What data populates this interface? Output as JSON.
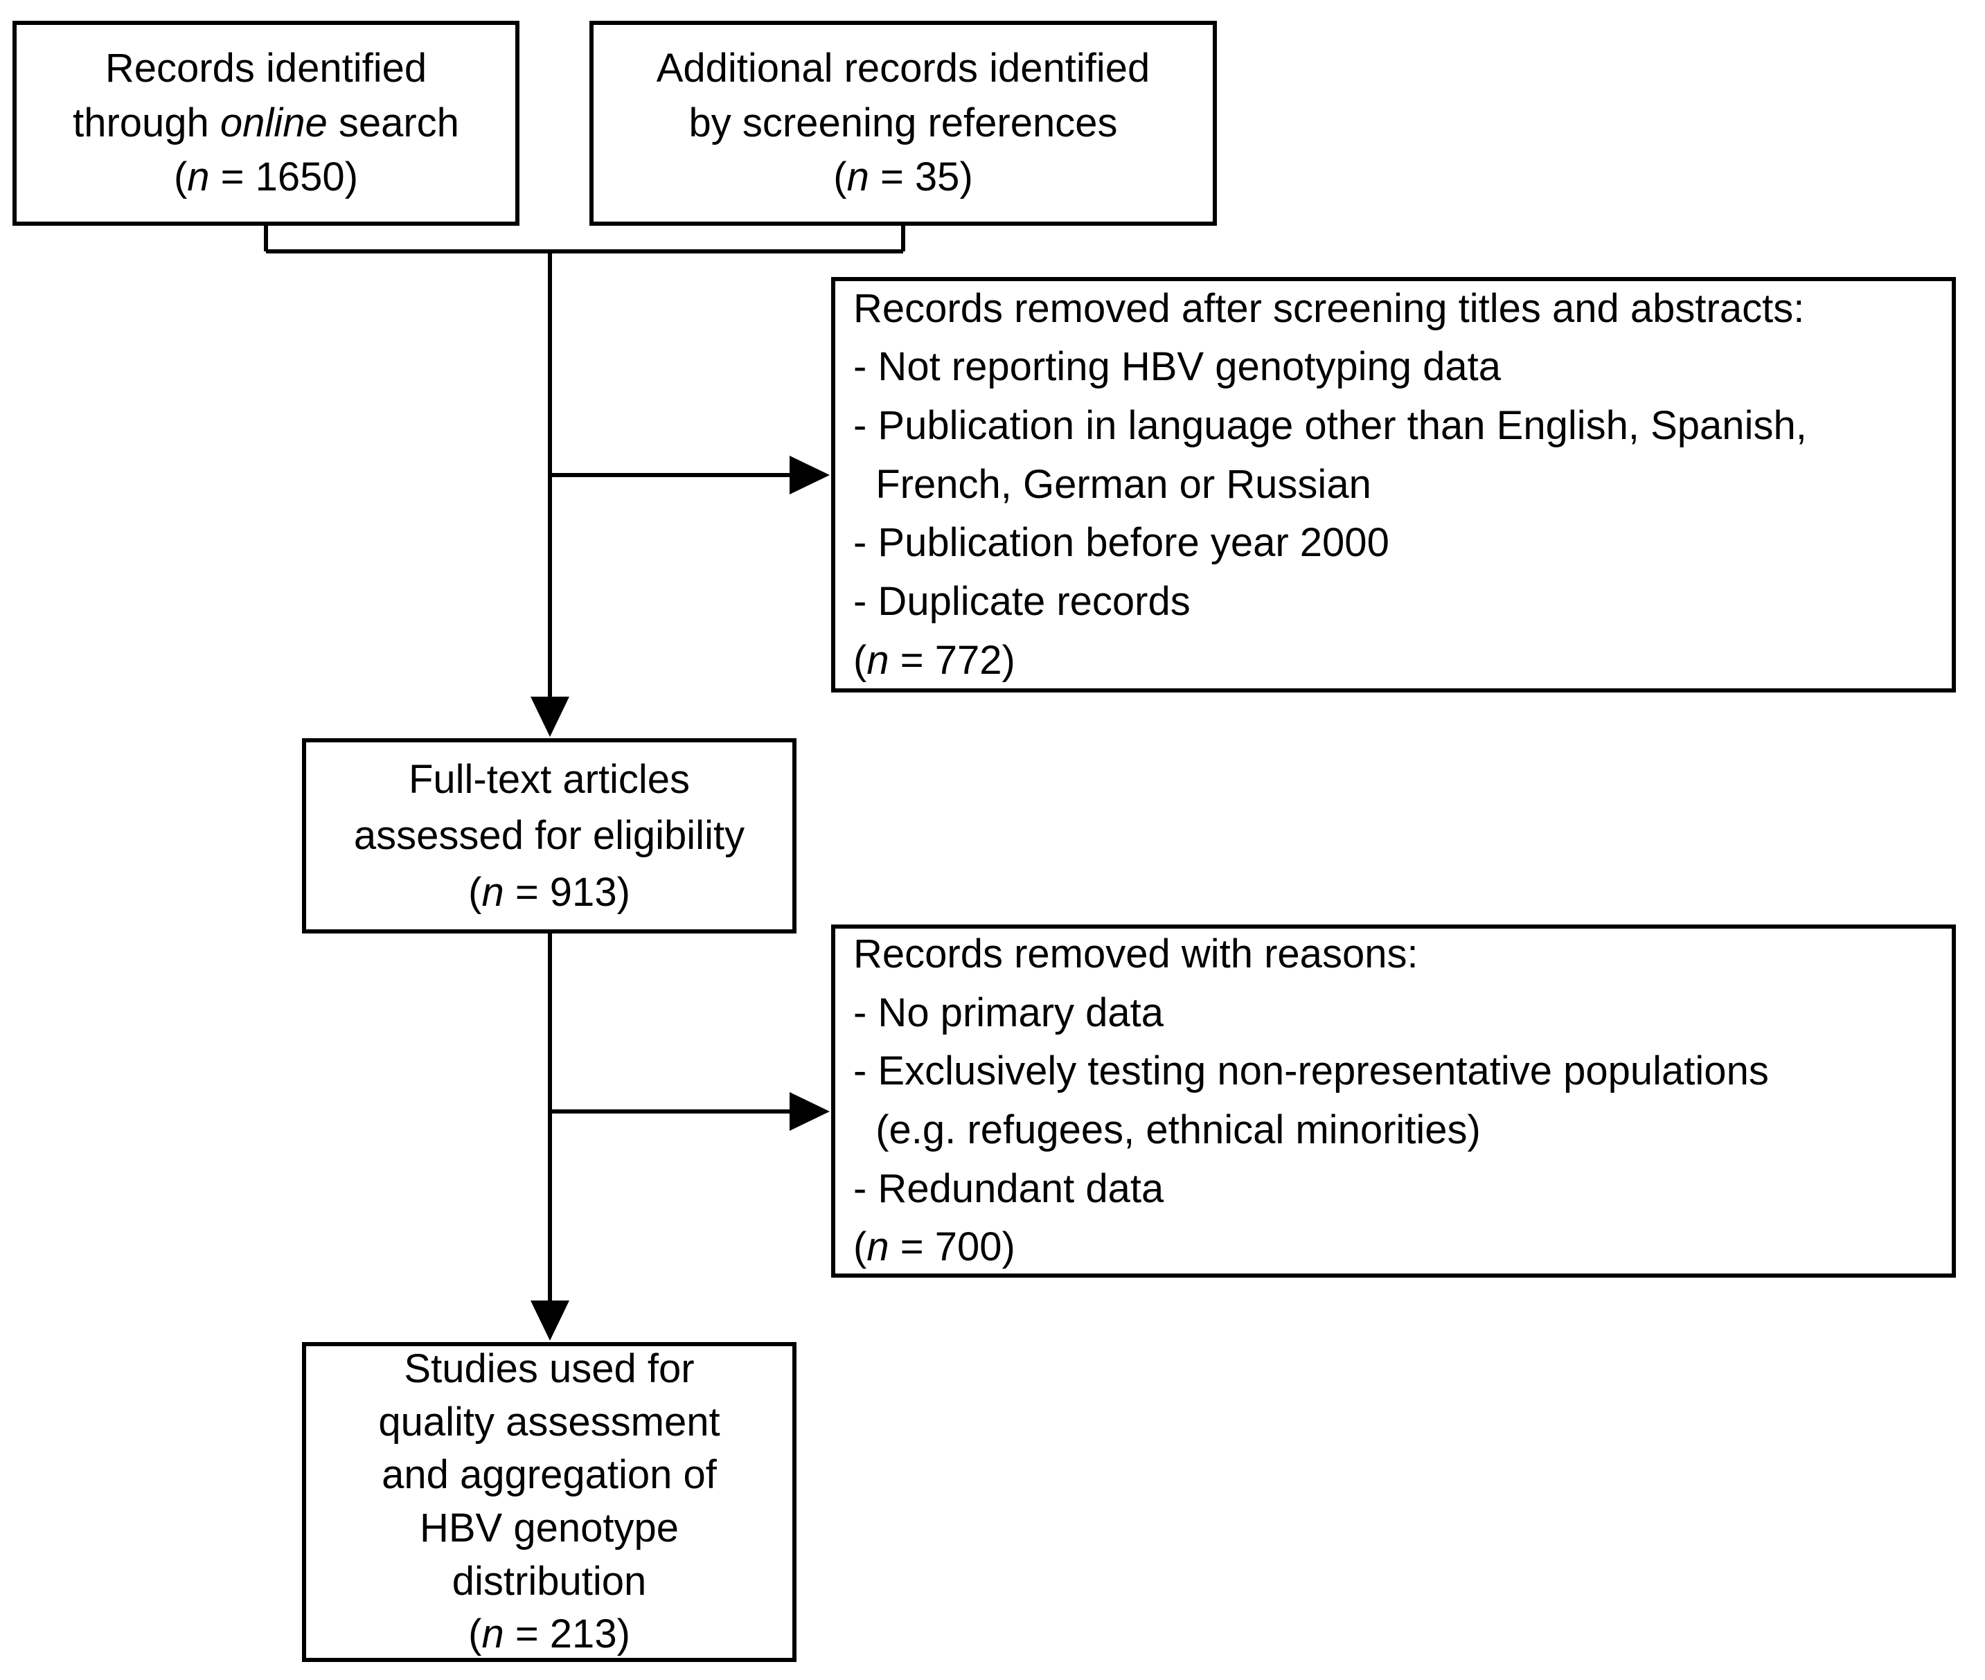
{
  "figure": {
    "kind": "study-selection-flowchart",
    "colors": {
      "ink": "#000000",
      "paper": "#ffffff"
    },
    "counts": {
      "records_online": 1650,
      "additional_records": 35,
      "removed_after_screening": 772,
      "fulltext_assessed": 913,
      "removed_with_reasons": 700,
      "studies_used": 213
    }
  },
  "boxes": {
    "records_online": {
      "lines": [
        [
          {
            "t": "Records identified"
          }
        ],
        [
          {
            "t": "through "
          },
          {
            "t": "online",
            "i": true
          },
          {
            "t": " search"
          }
        ],
        [
          {
            "t": "("
          },
          {
            "t": "n",
            "i": true
          },
          {
            "t": " = 1650)"
          }
        ]
      ]
    },
    "additional_records": {
      "lines": [
        [
          {
            "t": "Additional records identified"
          }
        ],
        [
          {
            "t": "by screening references"
          }
        ],
        [
          {
            "t": "("
          },
          {
            "t": "n",
            "i": true
          },
          {
            "t": " = 35)"
          }
        ]
      ]
    },
    "removed_screening": {
      "lines": [
        [
          {
            "t": "Records removed after screening titles and abstracts:"
          }
        ],
        [
          {
            "t": "- Not reporting HBV genotyping data"
          }
        ],
        [
          {
            "t": "- Publication in language other than English, Spanish,"
          }
        ],
        [
          {
            "t": "  French, German or Russian"
          }
        ],
        [
          {
            "t": "- Publication before year 2000"
          }
        ],
        [
          {
            "t": "- Duplicate records"
          }
        ],
        [
          {
            "t": "("
          },
          {
            "t": "n",
            "i": true
          },
          {
            "t": " = 772)"
          }
        ]
      ]
    },
    "fulltext": {
      "lines": [
        [
          {
            "t": "Full-text articles"
          }
        ],
        [
          {
            "t": "assessed for eligibility"
          }
        ],
        [
          {
            "t": "("
          },
          {
            "t": "n",
            "i": true
          },
          {
            "t": " = 913)"
          }
        ]
      ]
    },
    "removed_reasons": {
      "lines": [
        [
          {
            "t": "Records removed with reasons:"
          }
        ],
        [
          {
            "t": "- No primary data"
          }
        ],
        [
          {
            "t": "- Exclusively testing non-representative populations"
          }
        ],
        [
          {
            "t": "  (e.g. refugees, ethnical minorities)"
          }
        ],
        [
          {
            "t": "- Redundant data"
          }
        ],
        [
          {
            "t": "("
          },
          {
            "t": "n",
            "i": true
          },
          {
            "t": " = 700)"
          }
        ]
      ]
    },
    "studies_used": {
      "lines": [
        [
          {
            "t": "Studies used for"
          }
        ],
        [
          {
            "t": "quality assessment"
          }
        ],
        [
          {
            "t": "and aggregation of"
          }
        ],
        [
          {
            "t": "HBV genotype"
          }
        ],
        [
          {
            "t": "distribution"
          }
        ],
        [
          {
            "t": "("
          },
          {
            "t": "n",
            "i": true
          },
          {
            "t": " = 213)"
          }
        ]
      ]
    }
  }
}
